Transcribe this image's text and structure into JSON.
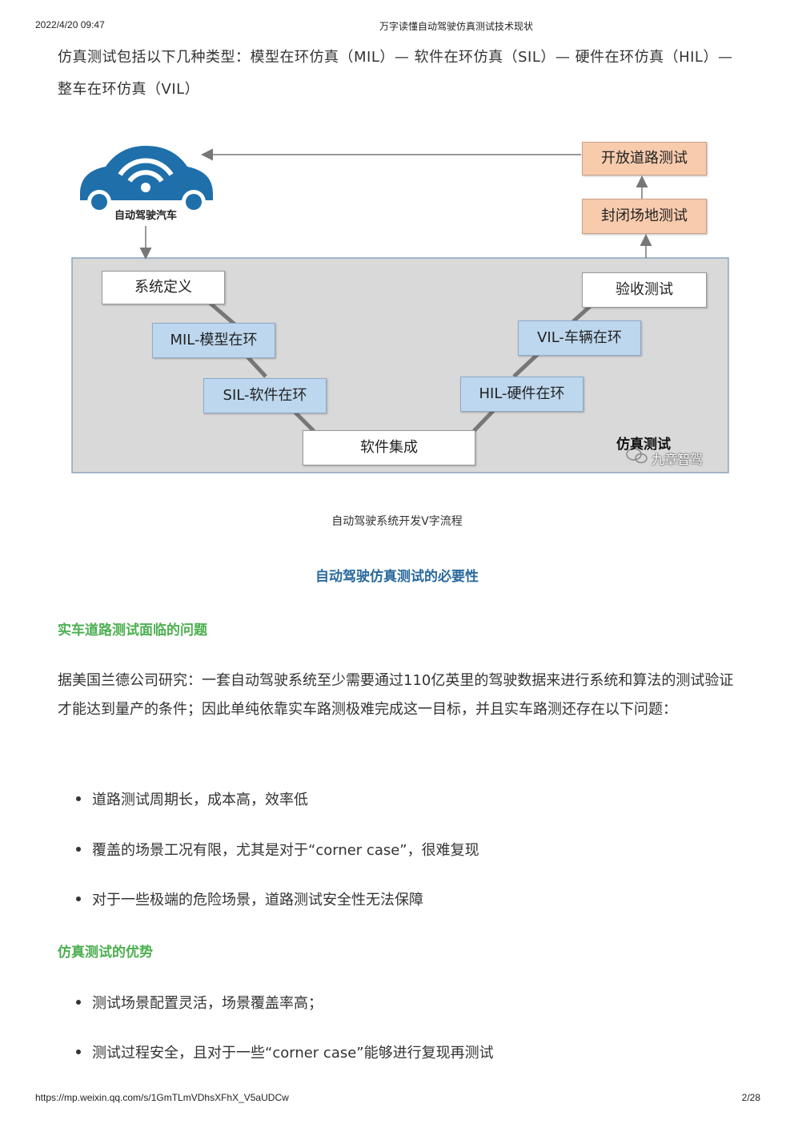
{
  "header": {
    "date": "2022/4/20 09:47",
    "title": "万字读懂自动驾驶仿真测试技术现状"
  },
  "intro": "仿真测试包括以下几种类型：模型在环仿真（MIL）— 软件在环仿真（SIL）— 硬件在环仿真（HIL）— 整车在环仿真（VIL）",
  "diagram": {
    "car_label": "自动驾驶汽车",
    "road_test": "开放道路测试",
    "closed_test": "封闭场地测试",
    "system_def": "系统定义",
    "mil": "MIL-模型在环",
    "sil": "SIL-软件在环",
    "integration": "软件集成",
    "hil": "HIL-硬件在环",
    "vil": "VIL-车辆在环",
    "acceptance": "验收测试",
    "sim_label": "仿真测试",
    "watermark": "九章智驾"
  },
  "caption": "自动驾驶系统开发V字流程",
  "section_title": "自动驾驶仿真测试的必要性",
  "sub1": "实车道路测试面临的问题",
  "para1": "据美国兰德公司研究：一套自动驾驶系统至少需要通过110亿英里的驾驶数据来进行系统和算法的测试验证才能达到量产的条件；因此单纯依靠实车路测极难完成这一目标，并且实车路测还存在以下问题：",
  "bullets1": [
    "道路测试周期长，成本高，效率低",
    "覆盖的场景工况有限，尤其是对于“corner case”，很难复现",
    "对于一些极端的危险场景，道路测试安全性无法保障"
  ],
  "sub2": "仿真测试的优势",
  "bullets2": [
    "测试场景配置灵活，场景覆盖率高；",
    "测试过程安全，且对于一些“corner case”能够进行复现再测试"
  ],
  "footer": {
    "url": "https://mp.weixin.qq.com/s/1GmTLmVDhsXFhX_V5aUDCw",
    "page": "2/28"
  },
  "colors": {
    "section_title": "#2a6a9e",
    "subheading": "#4caf50",
    "blue_box": "#bdd7ee",
    "orange_box": "#f8cbad",
    "car": "#1f6fab"
  }
}
